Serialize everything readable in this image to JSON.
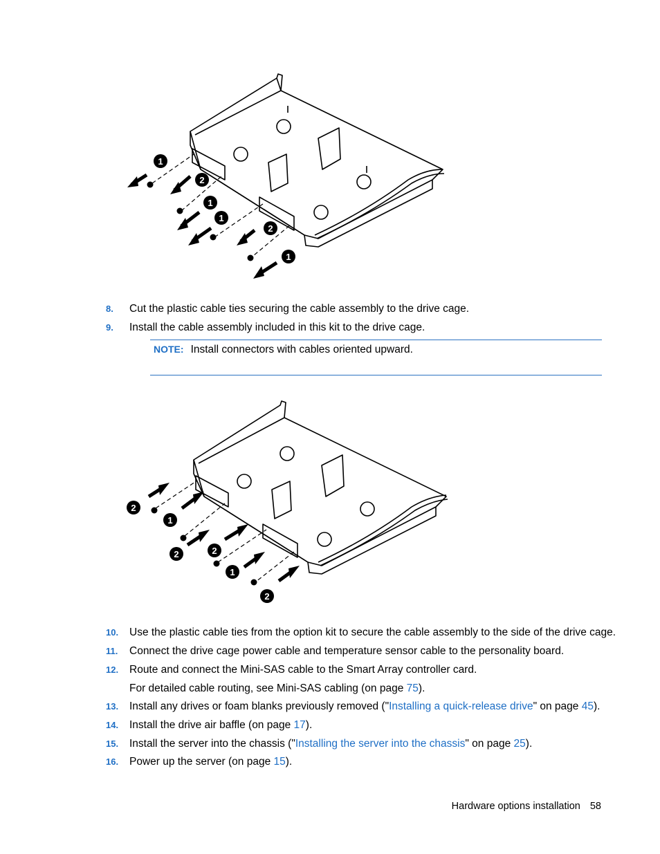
{
  "steps": [
    {
      "num": "8.",
      "text": "Cut the plastic cable ties securing the cable assembly to the drive cage."
    },
    {
      "num": "9.",
      "text": "Install the cable assembly included in this kit to the drive cage."
    },
    {
      "num": "10.",
      "text": "Use the plastic cable ties from the option kit to secure the cable assembly to the side of the drive cage."
    },
    {
      "num": "11.",
      "text": "Connect the drive cage power cable and temperature sensor cable to the personality board."
    },
    {
      "num": "12.",
      "text": "Route and connect the Mini-SAS cable to the Smart Array controller card."
    },
    {
      "num": "13.",
      "pre": "Install any drives or foam blanks previously removed (\"",
      "link": "Installing a quick-release drive",
      "mid": "\" on page ",
      "page": "45",
      "post": ")."
    },
    {
      "num": "14.",
      "pre": "Install the drive air baffle (on page ",
      "page": "17",
      "post": ")."
    },
    {
      "num": "15.",
      "pre": "Install the server into the chassis (\"",
      "link": "Installing the server into the chassis",
      "mid": "\" on page ",
      "page": "25",
      "post": ")."
    },
    {
      "num": "16.",
      "pre": "Power up the server (on page ",
      "page": "15",
      "post": ")."
    }
  ],
  "step12_sub": {
    "pre": "For detailed cable routing, see Mini-SAS cabling (on page ",
    "page": "75",
    "post": ")."
  },
  "note": {
    "label": "NOTE:",
    "text": "Install connectors with cables oriented upward."
  },
  "figure1_callouts": [
    "1",
    "2",
    "1",
    "1",
    "2",
    "1"
  ],
  "figure2_callouts": [
    "2",
    "1",
    "2",
    "2",
    "1",
    "2"
  ],
  "footer": {
    "section": "Hardware options installation",
    "page": "58"
  },
  "colors": {
    "accent": "#1f6fc5",
    "rule": "#2b72c2"
  }
}
